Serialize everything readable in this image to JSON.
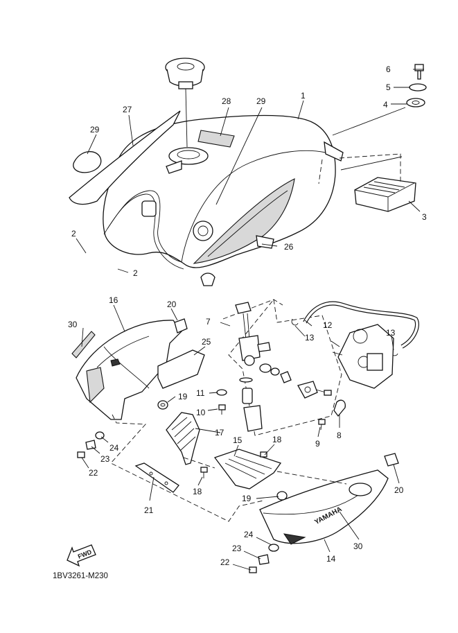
{
  "diagram": {
    "reference_code": "1BV3261-M230",
    "fwd_label": "FWD",
    "callouts": [
      "1",
      "2",
      "2",
      "3",
      "4",
      "5",
      "6",
      "7",
      "8",
      "9",
      "10",
      "11",
      "12",
      "13",
      "13",
      "14",
      "15",
      "16",
      "17",
      "18",
      "18",
      "19",
      "19",
      "20",
      "20",
      "21",
      "22",
      "22",
      "23",
      "23",
      "24",
      "24",
      "25",
      "26",
      "27",
      "28",
      "29",
      "29",
      "30",
      "30"
    ],
    "decal_text": [
      "YAMAHA"
    ]
  }
}
